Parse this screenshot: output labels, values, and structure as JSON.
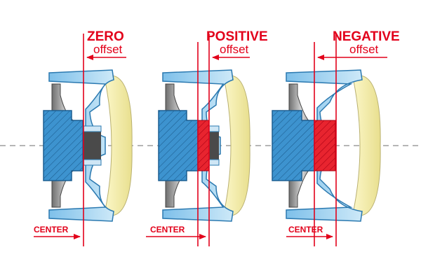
{
  "diagram": {
    "panels": [
      {
        "id": "zero",
        "title": "ZERO",
        "subtitle": "offset",
        "center_label": "CENTER"
      },
      {
        "id": "positive",
        "title": "POSITIVE",
        "subtitle": "offset",
        "center_label": "CENTER"
      },
      {
        "id": "negative",
        "title": "NEGATIVE",
        "subtitle": "offset",
        "center_label": "CENTER"
      }
    ],
    "colors": {
      "accent_red": "#e2001a",
      "hub_blue": "#3d93cf",
      "rim_light_blue": "#a9d6f0",
      "tire_cream": "#f5f0b4",
      "dark_gray": "#4a4a4a",
      "axis_gray": "#8a8a8a"
    }
  }
}
